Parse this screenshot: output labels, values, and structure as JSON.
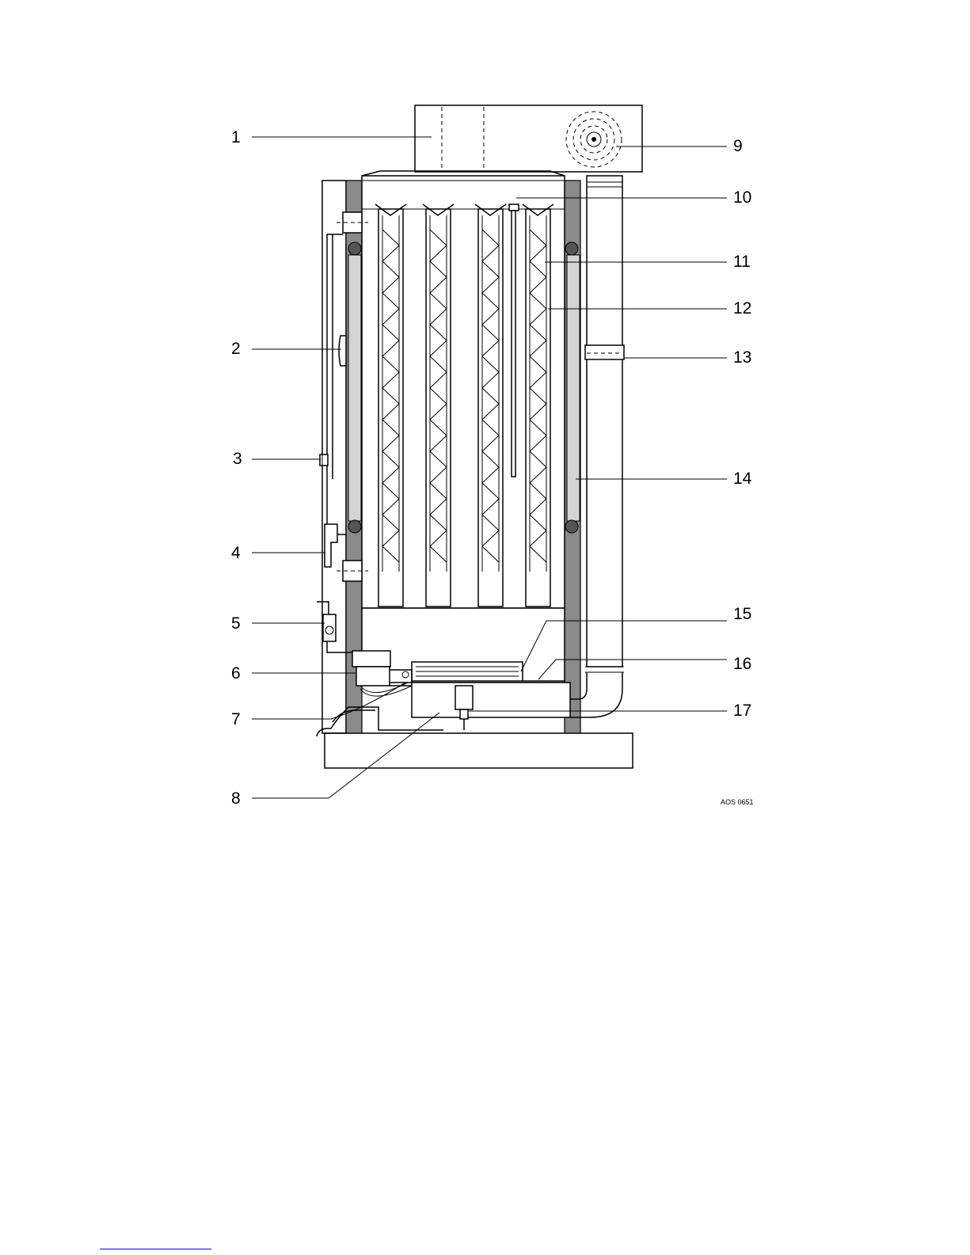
{
  "figure": {
    "drawing_code": "AOS 0651",
    "callouts": [
      {
        "number": "1"
      },
      {
        "number": "2"
      },
      {
        "number": "3"
      },
      {
        "number": "4"
      },
      {
        "number": "5"
      },
      {
        "number": "6"
      },
      {
        "number": "7"
      },
      {
        "number": "8"
      },
      {
        "number": "9"
      },
      {
        "number": "10"
      },
      {
        "number": "11"
      },
      {
        "number": "12"
      },
      {
        "number": "13"
      },
      {
        "number": "14"
      },
      {
        "number": "15"
      },
      {
        "number": "16"
      },
      {
        "number": "17"
      }
    ]
  }
}
